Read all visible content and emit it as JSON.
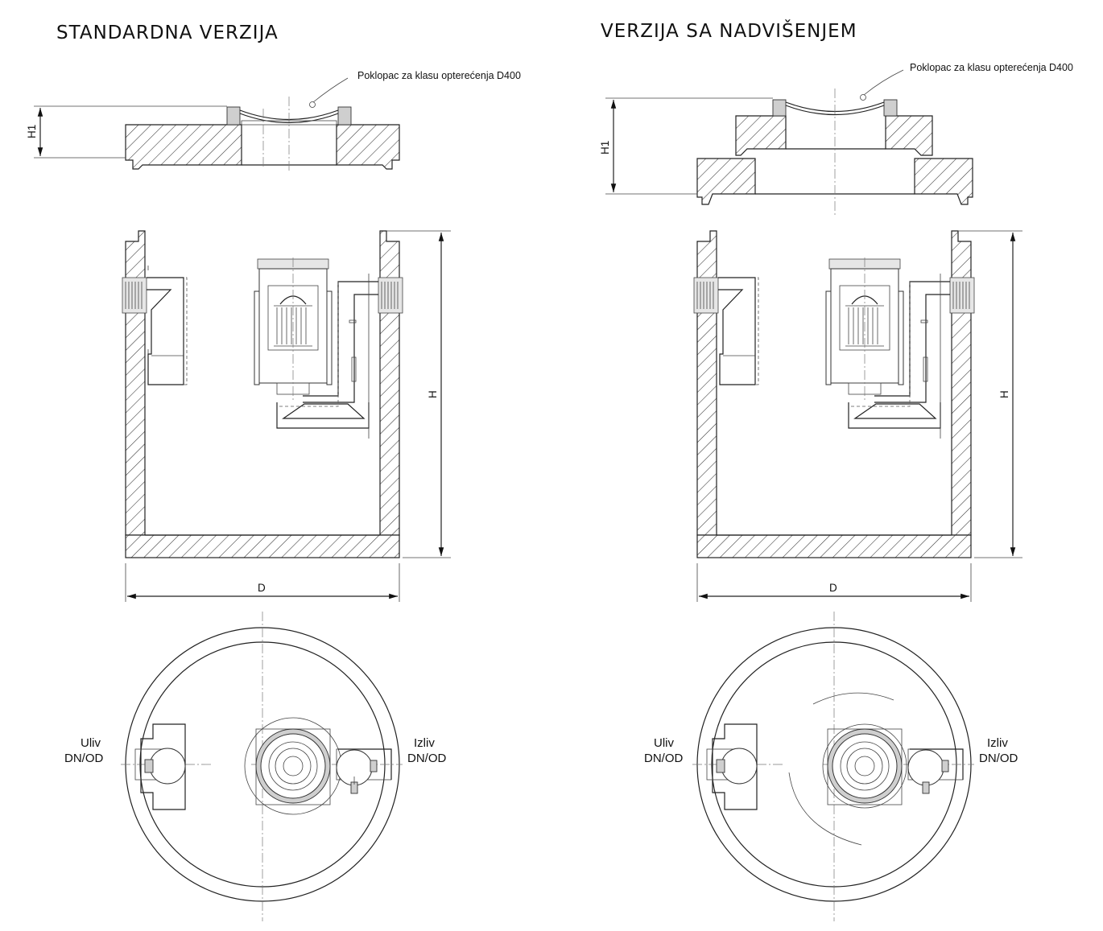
{
  "standard": {
    "title": "STANDARDNA VERZIJA",
    "cover_note": "Poklopac za klasu opterećenja D400",
    "dim_h1": "H1",
    "dim_h": "H",
    "dim_d": "D",
    "inlet_label_1": "Uliv",
    "inlet_label_2": "DN/OD",
    "outlet_label_1": "Izliv",
    "outlet_label_2": "DN/OD"
  },
  "raised": {
    "title": "VERZIJA SA NADVIŠENJEM",
    "cover_note": "Poklopac za klasu opterećenja D400",
    "dim_h1": "H1",
    "dim_h": "H",
    "dim_d": "D",
    "inlet_label_1": "Uliv",
    "inlet_label_2": "DN/OD",
    "outlet_label_1": "Izliv",
    "outlet_label_2": "DN/OD"
  }
}
